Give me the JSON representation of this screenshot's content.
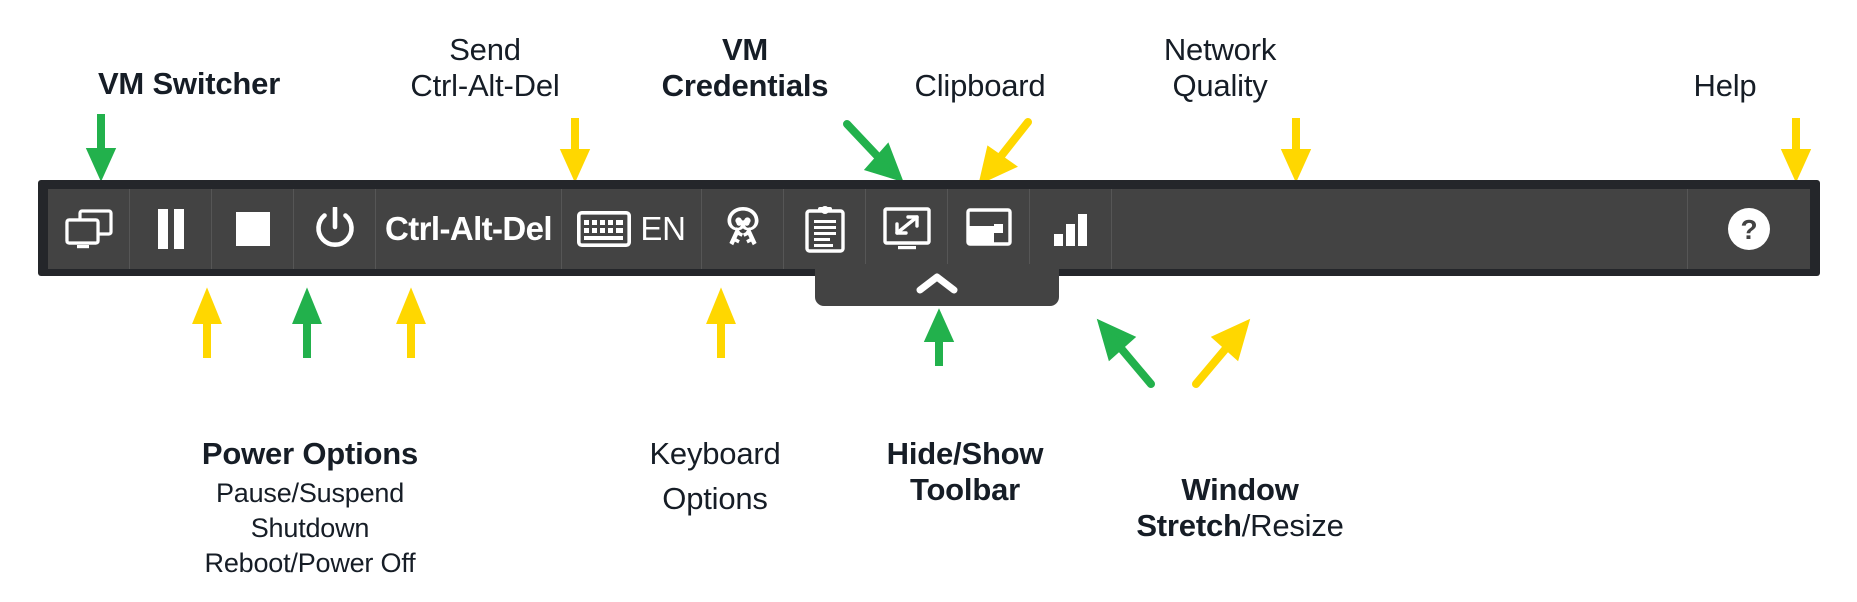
{
  "palette": {
    "background": "#ffffff",
    "text": "#161d26",
    "toolbar_frame": "#24262a",
    "toolbar_surface": "#434343",
    "toolbar_divider": "#565656",
    "icon": "#ffffff",
    "arrow_green": "#22b14c",
    "arrow_yellow": "#ffd700"
  },
  "annotations": {
    "top": [
      {
        "name": "vm-switcher",
        "text": "VM Switcher",
        "weight": "bold",
        "arrow": "green"
      },
      {
        "name": "send-ctrl-alt-del",
        "text": "Send\nCtrl-Alt-Del",
        "weight": "light",
        "arrow": "yellow"
      },
      {
        "name": "vm-credentials",
        "text": "VM\nCredentials",
        "weight": "bold",
        "arrow": "green"
      },
      {
        "name": "clipboard",
        "text": "Clipboard",
        "weight": "light",
        "arrow": "yellow"
      },
      {
        "name": "network-quality",
        "text": "Network\nQuality",
        "weight": "light",
        "arrow": "yellow"
      },
      {
        "name": "help",
        "text": "Help",
        "weight": "light",
        "arrow": "yellow"
      }
    ],
    "bottom": [
      {
        "name": "power-options",
        "title": "Power Options",
        "lines": [
          "Pause/Suspend",
          "Shutdown",
          "Reboot/Power Off"
        ],
        "arrows": [
          "yellow",
          "green",
          "yellow"
        ]
      },
      {
        "name": "keyboard-options",
        "title": "",
        "lines": [
          "Keyboard",
          "Options"
        ],
        "arrows": [
          "yellow"
        ]
      },
      {
        "name": "hide-show-toolbar",
        "title": "Hide/Show\nToolbar",
        "lines": [],
        "arrows": [
          "green"
        ]
      },
      {
        "name": "window-stretch-resize",
        "title_bold": "Window\nStretch",
        "title_regular": "/Resize",
        "lines": [],
        "arrows": [
          "green",
          "yellow"
        ]
      }
    ]
  },
  "toolbar": {
    "buttons": [
      {
        "name": "vm-switcher-button",
        "icon": "monitors-icon",
        "label": ""
      },
      {
        "name": "pause-button",
        "icon": "pause-icon",
        "label": ""
      },
      {
        "name": "shutdown-button",
        "icon": "stop-square-icon",
        "label": ""
      },
      {
        "name": "power-button",
        "icon": "power-icon",
        "label": ""
      },
      {
        "name": "ctrl-alt-del-button",
        "icon": "text-icon",
        "label": "Ctrl-Alt-Del"
      },
      {
        "name": "keyboard-options-button",
        "icon": "keyboard-icon",
        "label": "EN"
      },
      {
        "name": "vm-credentials-button",
        "icon": "keys-icon",
        "label": ""
      },
      {
        "name": "clipboard-button",
        "icon": "clipboard-icon",
        "label": ""
      },
      {
        "name": "window-stretch-button",
        "icon": "stretch-icon",
        "label": ""
      },
      {
        "name": "window-resize-button",
        "icon": "resize-icon",
        "label": ""
      },
      {
        "name": "network-quality-button",
        "icon": "signal-bars-icon",
        "label": ""
      },
      {
        "name": "help-button",
        "icon": "question-mark-icon",
        "label": ""
      }
    ],
    "tab": {
      "name": "hide-show-toolbar-tab",
      "icon": "chevron-up-icon"
    }
  }
}
